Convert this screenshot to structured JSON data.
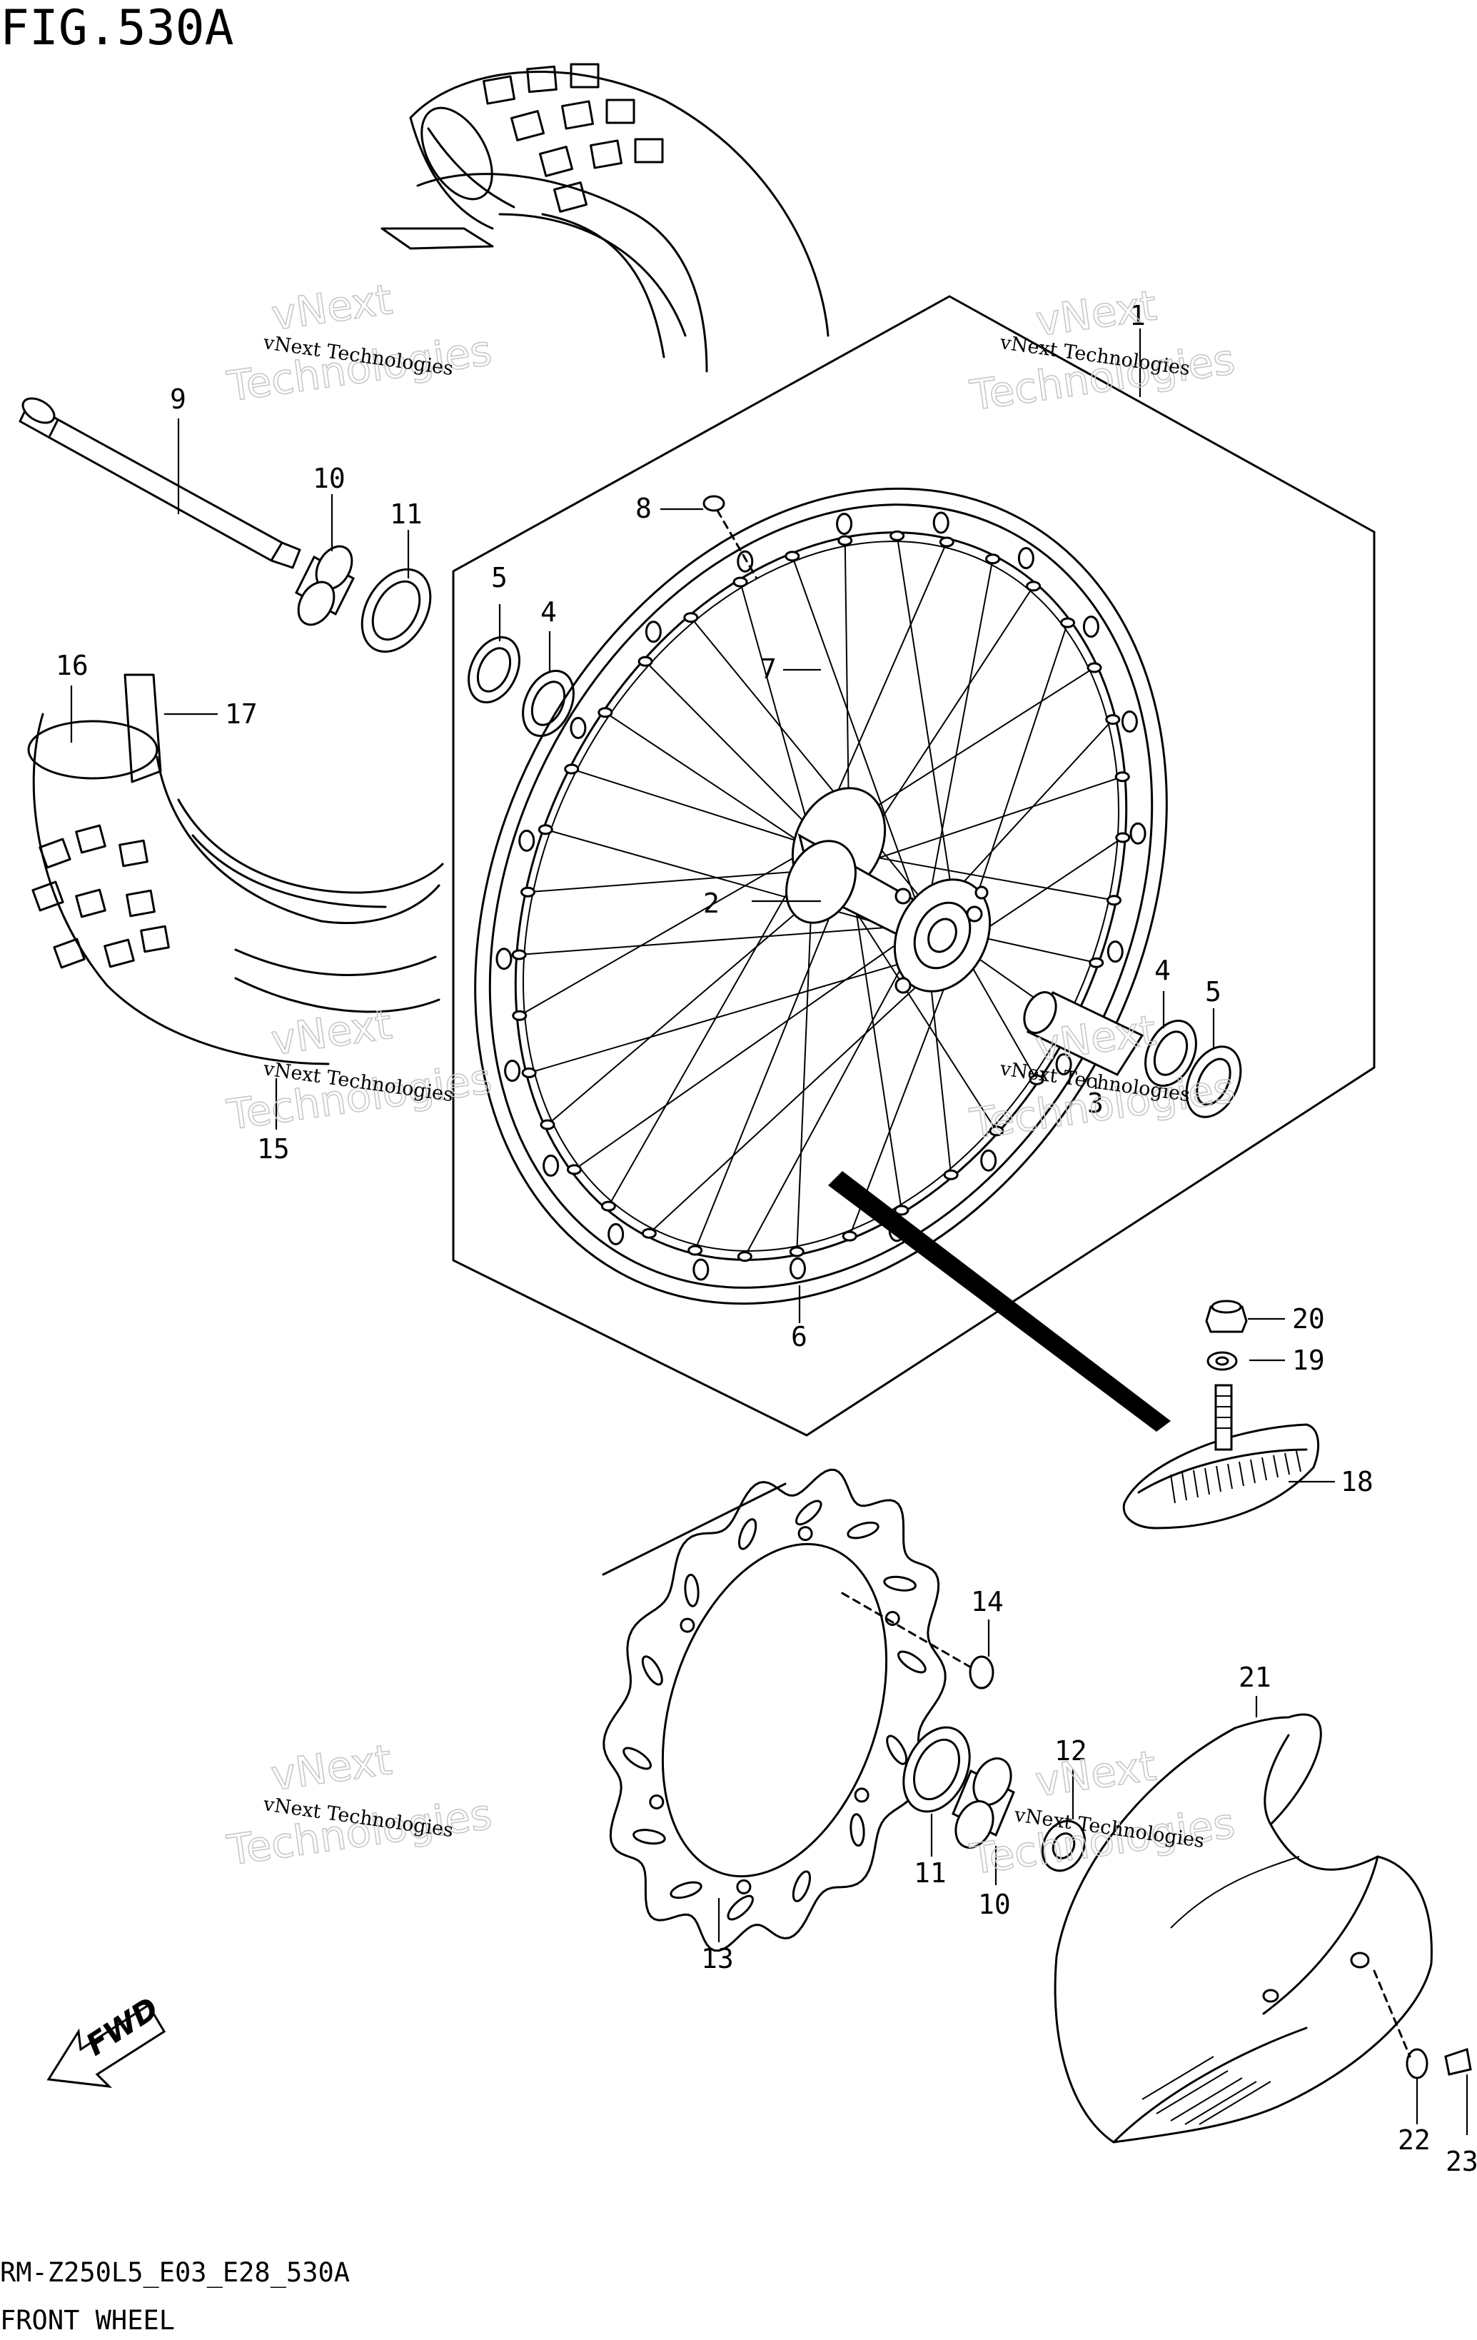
{
  "figure": {
    "title": "FIG.530A",
    "model_code": "RM-Z250L5_E03_E28_530A",
    "section_name": "FRONT WHEEL"
  },
  "fwd_badge": {
    "text": "FWD"
  },
  "watermark": {
    "line1": "vNext Technologies",
    "big_top": "vNext",
    "big_bottom": "Technologies"
  },
  "labels": {
    "p1": "1",
    "p2": "2",
    "p3": "3",
    "p4a": "4",
    "p4b": "4",
    "p5a": "5",
    "p5b": "5",
    "p6": "6",
    "p7": "7",
    "p8": "8",
    "p9": "9",
    "p10a": "10",
    "p10b": "10",
    "p11a": "11",
    "p11b": "11",
    "p12": "12",
    "p13": "13",
    "p14": "14",
    "p15": "15",
    "p16": "16",
    "p17": "17",
    "p18": "18",
    "p19": "19",
    "p20": "20",
    "p21": "21",
    "p22": "22",
    "p23": "23"
  }
}
